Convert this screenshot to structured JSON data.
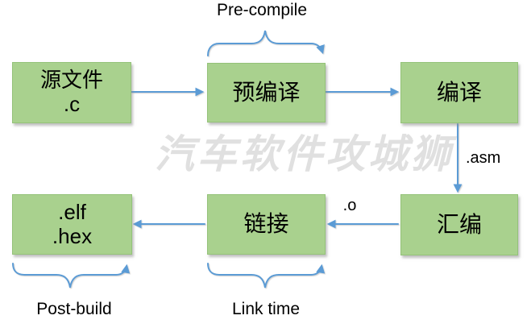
{
  "diagram": {
    "title": "compilation-flow",
    "watermark": "汽车软件攻城狮",
    "boxes": [
      {
        "name": "source-file",
        "lines": [
          "源文件",
          ".c"
        ]
      },
      {
        "name": "precompile",
        "lines": [
          "预编译"
        ]
      },
      {
        "name": "compile",
        "lines": [
          "编译"
        ]
      },
      {
        "name": "assemble",
        "lines": [
          "汇编"
        ]
      },
      {
        "name": "link",
        "lines": [
          "链接"
        ]
      },
      {
        "name": "output-files",
        "lines": [
          ".elf",
          ".hex"
        ]
      }
    ],
    "annotations": {
      "pre_compile": "Pre-compile",
      "post_build": "Post-build",
      "link_time": "Link time",
      "asm_label": ".asm",
      "o_label": ".o"
    },
    "colors": {
      "box_fill": "#a9d18e",
      "box_border": "#94c279",
      "arrow": "#5b9bd5",
      "text": "#000000",
      "watermark": "#e0e0e0"
    }
  }
}
